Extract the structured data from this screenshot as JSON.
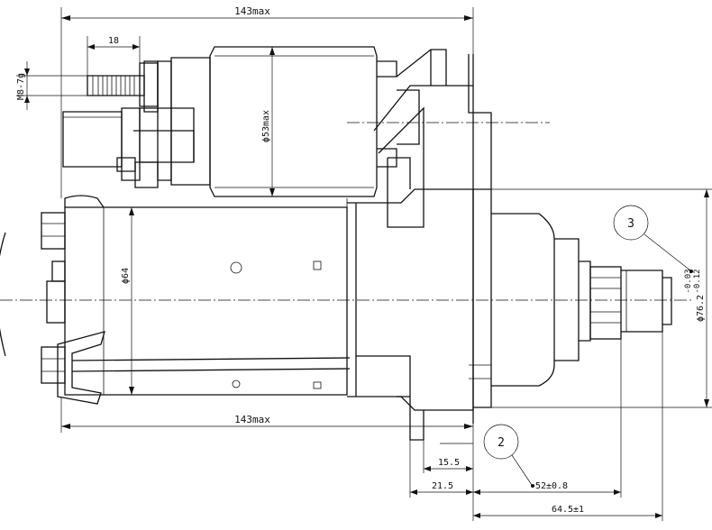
{
  "drawing": {
    "dimensions": {
      "overall_length_top": "143max",
      "overall_length_bottom": "143max",
      "terminal_length": "18",
      "thread": "M8-7g",
      "solenoid_diameter": "ϕ53max",
      "body_diameter": "ϕ64",
      "pilot_diameter": "ϕ76.2",
      "pilot_tolerance": "-0.03\n-0.12",
      "flange_offset_a": "15.5",
      "flange_offset_b": "21.5",
      "pinion_distance": "52±0.8",
      "pinion_length": "64.5±1"
    },
    "balloons": [
      "3",
      "2"
    ]
  }
}
